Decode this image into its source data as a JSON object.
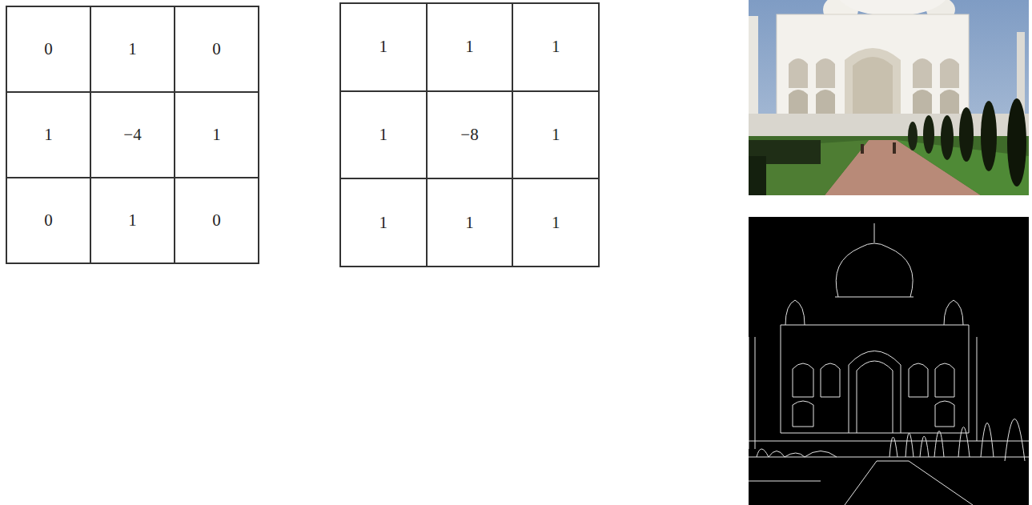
{
  "diagram": {
    "labels": [
      "0",
      "1",
      "0",
      "1",
      "−4",
      "1",
      "0",
      "1",
      "0",
      "1",
      "1",
      "1",
      "1",
      "−8",
      "1",
      "1",
      "1",
      "1"
    ]
  }
}
